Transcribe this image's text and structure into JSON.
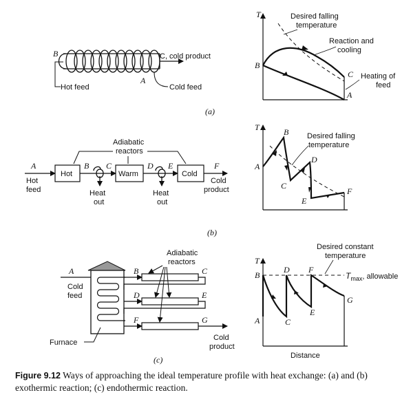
{
  "panel_a": {
    "point_b": "B",
    "cold_product": "C, cold product",
    "point_a": "A",
    "hot_feed": "Hot feed",
    "cold_feed": "Cold feed",
    "label": "(a)",
    "graph": {
      "t_axis": "T",
      "desired_falling_1": "Desired falling",
      "desired_falling_2": "temperature",
      "reaction_1": "Reaction and",
      "reaction_2": "cooling",
      "heating_1": "Heating of",
      "heating_2": "feed",
      "point_b": "B",
      "point_c": "C",
      "point_a": "A"
    }
  },
  "panel_b": {
    "adiabatic_1": "Adiabatic",
    "adiabatic_2": "reactors",
    "point_a": "A",
    "point_b": "B",
    "point_c": "C",
    "point_d": "D",
    "point_e": "E",
    "point_f": "F",
    "hot_box": "Hot",
    "warm_box": "Warm",
    "cold_box": "Cold",
    "hot_feed_1": "Hot",
    "hot_feed_2": "feed",
    "heat_out_1a": "Heat",
    "heat_out_1b": "out",
    "heat_out_2a": "Heat",
    "heat_out_2b": "out",
    "cold_product_1": "Cold",
    "cold_product_2": "product",
    "label": "(b)",
    "graph": {
      "t_axis": "T",
      "desired_falling_1": "Desired falling",
      "desired_falling_2": "temperature",
      "point_a": "A",
      "point_b": "B",
      "point_c": "C",
      "point_d": "D",
      "point_e": "E",
      "point_f": "F"
    }
  },
  "panel_c": {
    "adiabatic_1": "Adiabatic",
    "adiabatic_2": "reactors",
    "point_a": "A",
    "point_b": "B",
    "point_c": "C",
    "point_d": "D",
    "point_e": "E",
    "point_f": "F",
    "point_g": "G",
    "cold_feed_1": "Cold",
    "cold_feed_2": "feed",
    "furnace": "Furnace",
    "cold_product_1": "Cold",
    "cold_product_2": "product",
    "label": "(c)",
    "graph": {
      "t_axis": "T",
      "desired_constant_1": "Desired constant",
      "desired_constant_2": "temperature",
      "tmax_t": "T",
      "tmax_sub": "max",
      "tmax_rest": ", allowable",
      "point_b": "B",
      "point_d": "D",
      "point_f": "F",
      "point_a": "A",
      "point_c": "C",
      "point_e": "E",
      "point_g": "G",
      "distance": "Distance"
    }
  },
  "caption": {
    "fig_label": "Figure 9.12",
    "text": " Ways of approaching the ideal temperature profile with heat exchange: (a) and (b) exothermic reaction; (c) endothermic reaction."
  }
}
